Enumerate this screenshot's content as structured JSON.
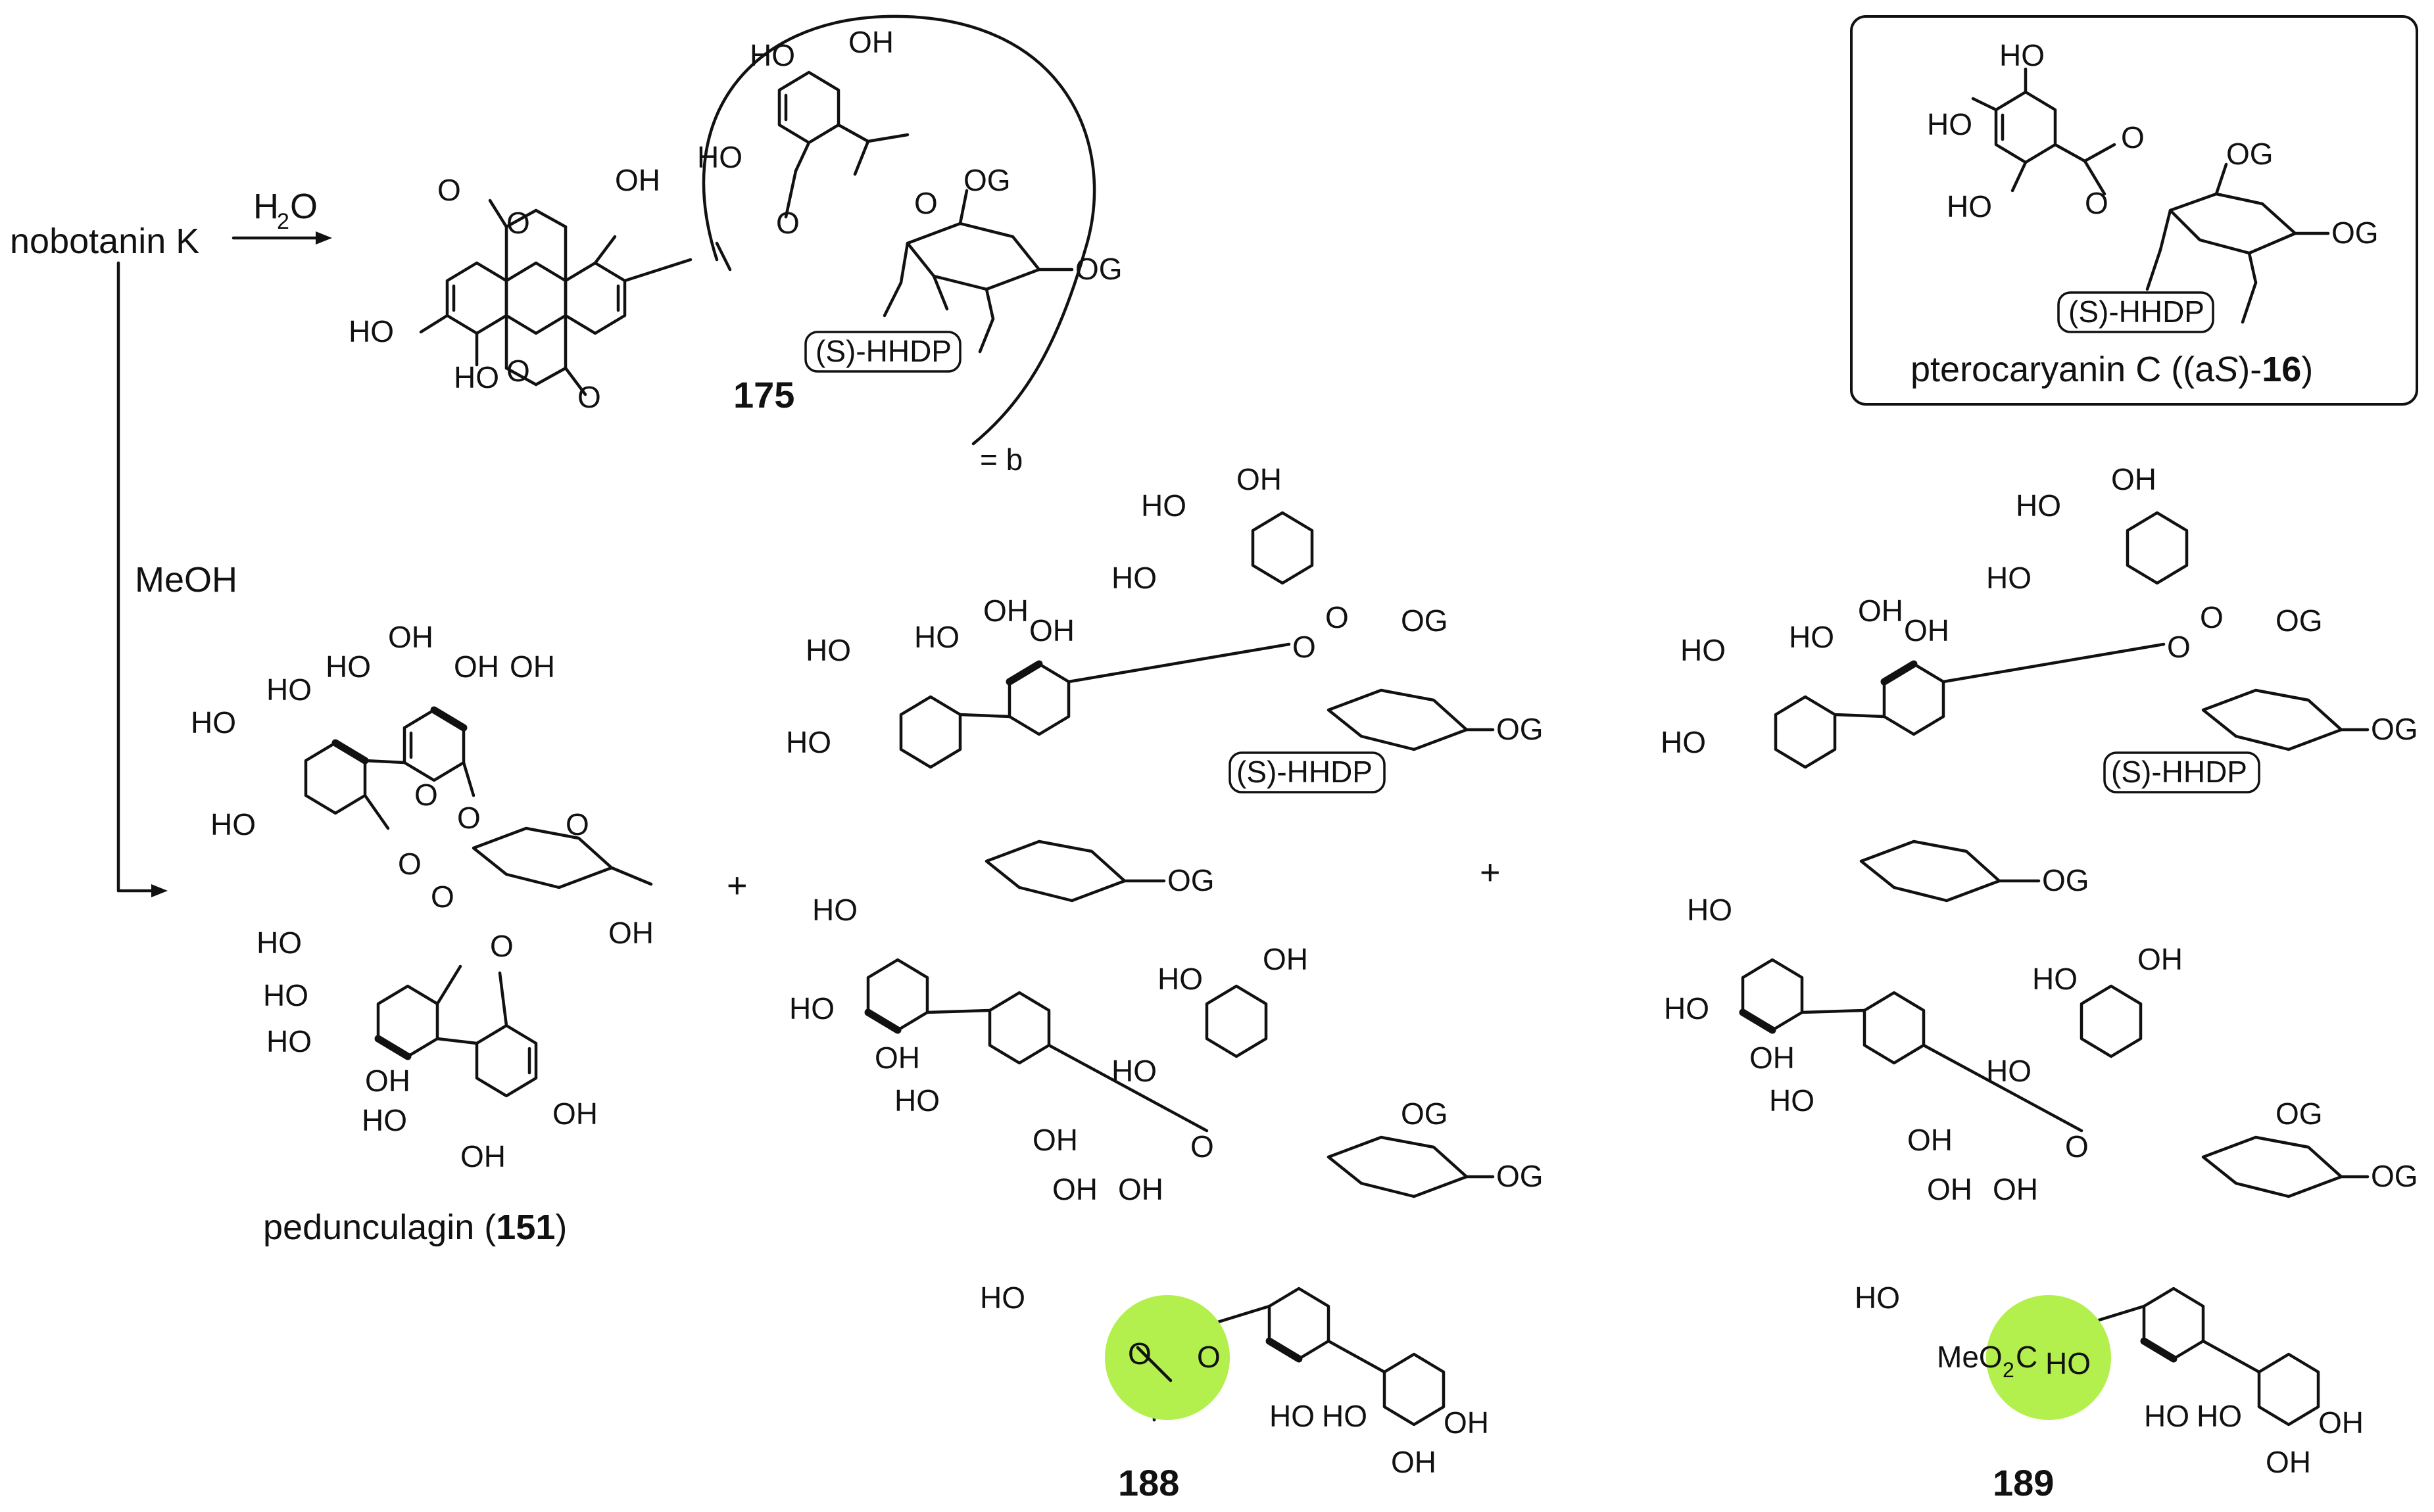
{
  "reaction": {
    "starting_material": "nobotanin K",
    "reagent_top": "H",
    "reagent_top_sub": "2",
    "reagent_top_tail": "O",
    "reagent_side": "MeOH"
  },
  "inset": {
    "hhdp_label": "(S)-HHDP",
    "caption_name": "pterocaryanin C ((a",
    "caption_s": "S",
    "caption_mid": ")-",
    "caption_num": "16",
    "caption_close": ")"
  },
  "compound_175": {
    "number": "175",
    "hhdp_label": "(S)-HHDP",
    "b_label": "= b"
  },
  "compound_151": {
    "name": "pedunculagin (",
    "number": "151",
    "close": ")"
  },
  "compound_188": {
    "number": "188",
    "hhdp_label": "(S)-HHDP"
  },
  "compound_189": {
    "number": "189",
    "hhdp_label": "(S)-HHDP",
    "ester_label": "MeO",
    "ester_sub": "2",
    "ester_tail": "C"
  },
  "plus": "+",
  "atoms": {
    "OH": "OH",
    "HO": "HO",
    "O": "O",
    "OG": "OG"
  },
  "colors": {
    "highlight": "#b3ef4d",
    "ink": "#111111"
  }
}
